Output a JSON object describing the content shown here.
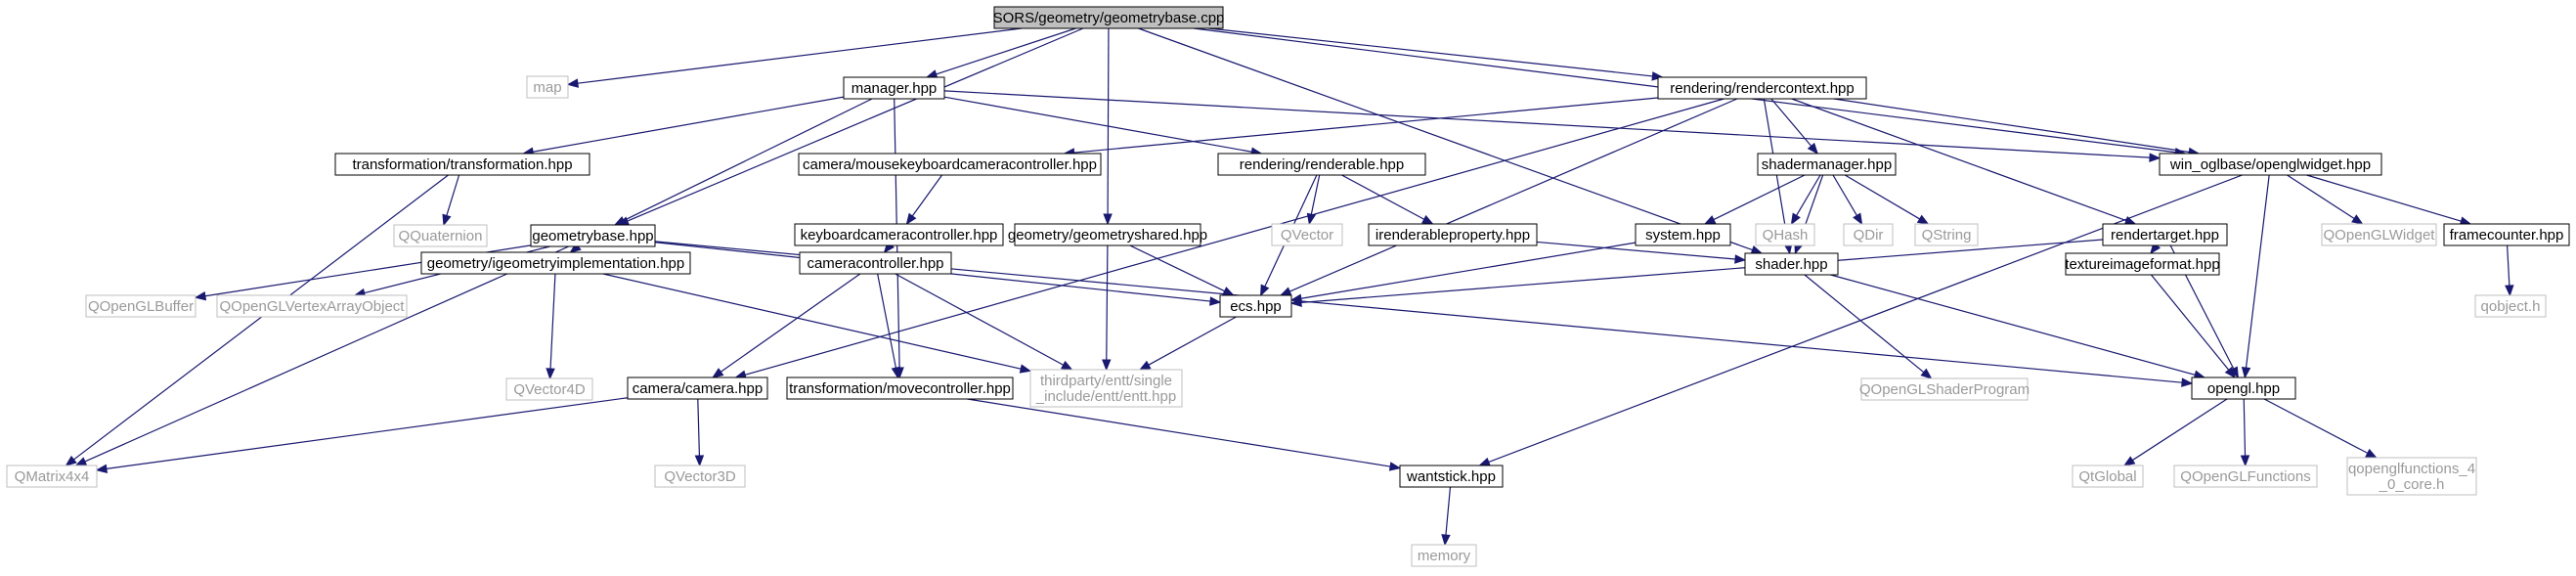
{
  "graph": {
    "colors": {
      "edge": "#191970",
      "project_border": "#000000",
      "external_border": "#bfbfbf",
      "external_text": "#9a9a9a",
      "root_fill": "#bfbfbf"
    },
    "nodes": [
      {
        "id": "root",
        "label": "SORS/geometry/geometrybase.cpp",
        "kind": "root"
      },
      {
        "id": "map",
        "label": "map",
        "kind": "ext"
      },
      {
        "id": "manager",
        "label": "manager.hpp",
        "kind": "proj"
      },
      {
        "id": "rendercontext",
        "label": "rendering/rendercontext.hpp",
        "kind": "proj"
      },
      {
        "id": "openglwidget",
        "label": "win_oglbase/openglwidget.hpp",
        "kind": "proj"
      },
      {
        "id": "transformation",
        "label": "transformation/transformation.hpp",
        "kind": "proj"
      },
      {
        "id": "mousekeyboard",
        "label": "camera/mousekeyboardcameracontroller.hpp",
        "kind": "proj"
      },
      {
        "id": "renderable",
        "label": "rendering/renderable.hpp",
        "kind": "proj"
      },
      {
        "id": "shadermanager",
        "label": "shadermanager.hpp",
        "kind": "proj"
      },
      {
        "id": "rendertarget",
        "label": "rendertarget.hpp",
        "kind": "proj"
      },
      {
        "id": "qquaternion",
        "label": "QQuaternion",
        "kind": "ext"
      },
      {
        "id": "geometrybase",
        "label": "geometrybase.hpp",
        "kind": "proj"
      },
      {
        "id": "keyboardcam",
        "label": "keyboardcameracontroller.hpp",
        "kind": "proj"
      },
      {
        "id": "geometryshared",
        "label": "geometry/geometryshared.hpp",
        "kind": "proj"
      },
      {
        "id": "qvector",
        "label": "QVector",
        "kind": "ext"
      },
      {
        "id": "irenderableprop",
        "label": "irenderableproperty.hpp",
        "kind": "proj"
      },
      {
        "id": "system",
        "label": "system.hpp",
        "kind": "proj"
      },
      {
        "id": "qhash",
        "label": "QHash",
        "kind": "ext"
      },
      {
        "id": "qdir",
        "label": "QDir",
        "kind": "ext"
      },
      {
        "id": "qstring",
        "label": "QString",
        "kind": "ext"
      },
      {
        "id": "qopenglwidget",
        "label": "QOpenGLWidget",
        "kind": "ext"
      },
      {
        "id": "framecounter",
        "label": "framecounter.hpp",
        "kind": "proj"
      },
      {
        "id": "qobjecth",
        "label": "qobject.h",
        "kind": "ext"
      },
      {
        "id": "qopenglbuffer",
        "label": "QOpenGLBuffer",
        "kind": "ext"
      },
      {
        "id": "qvao",
        "label": "QOpenGLVertexArrayObject",
        "kind": "ext"
      },
      {
        "id": "igeomimpl",
        "label": "geometry/igeometryimplementation.hpp",
        "kind": "proj"
      },
      {
        "id": "cameracontroller",
        "label": "cameracontroller.hpp",
        "kind": "proj"
      },
      {
        "id": "ecs",
        "label": "ecs.hpp",
        "kind": "proj"
      },
      {
        "id": "shader",
        "label": "shader.hpp",
        "kind": "proj"
      },
      {
        "id": "textureimageformat",
        "label": "textureimageformat.hpp",
        "kind": "proj"
      },
      {
        "id": "qvector4d",
        "label": "QVector4D",
        "kind": "ext"
      },
      {
        "id": "camera",
        "label": "camera/camera.hpp",
        "kind": "proj"
      },
      {
        "id": "movecontroller",
        "label": "transformation/movecontroller.hpp",
        "kind": "proj"
      },
      {
        "id": "entt",
        "label": "thirdparty/entt/single\n_include/entt/entt.hpp",
        "kind": "ext"
      },
      {
        "id": "qshaderprogram",
        "label": "QOpenGLShaderProgram",
        "kind": "ext"
      },
      {
        "id": "opengl",
        "label": "opengl.hpp",
        "kind": "proj"
      },
      {
        "id": "qmatrix4x4",
        "label": "QMatrix4x4",
        "kind": "ext"
      },
      {
        "id": "qvector3d",
        "label": "QVector3D",
        "kind": "ext"
      },
      {
        "id": "wantstick",
        "label": "wantstick.hpp",
        "kind": "proj"
      },
      {
        "id": "qtglobal",
        "label": "QtGlobal",
        "kind": "ext"
      },
      {
        "id": "qopenglfunctions",
        "label": "QOpenGLFunctions",
        "kind": "ext"
      },
      {
        "id": "qopenglfunctions40",
        "label": "qopenglfunctions_4\n_0_core.h",
        "kind": "ext"
      },
      {
        "id": "memory",
        "label": "memory",
        "kind": "ext"
      }
    ],
    "edges": [
      [
        "root",
        "map"
      ],
      [
        "root",
        "manager"
      ],
      [
        "root",
        "rendercontext"
      ],
      [
        "root",
        "openglwidget"
      ],
      [
        "root",
        "geometrybase"
      ],
      [
        "root",
        "geometryshared"
      ],
      [
        "root",
        "shader"
      ],
      [
        "manager",
        "transformation"
      ],
      [
        "manager",
        "geometrybase"
      ],
      [
        "manager",
        "renderable"
      ],
      [
        "manager",
        "openglwidget"
      ],
      [
        "manager",
        "movecontroller"
      ],
      [
        "rendercontext",
        "mousekeyboard"
      ],
      [
        "rendercontext",
        "shadermanager"
      ],
      [
        "rendercontext",
        "rendertarget"
      ],
      [
        "rendercontext",
        "openglwidget"
      ],
      [
        "rendercontext",
        "ecs"
      ],
      [
        "rendercontext",
        "camera"
      ],
      [
        "rendercontext",
        "shader"
      ],
      [
        "openglwidget",
        "qopenglwidget"
      ],
      [
        "openglwidget",
        "framecounter"
      ],
      [
        "openglwidget",
        "wantstick"
      ],
      [
        "openglwidget",
        "opengl"
      ],
      [
        "transformation",
        "qquaternion"
      ],
      [
        "transformation",
        "qmatrix4x4"
      ],
      [
        "mousekeyboard",
        "keyboardcam"
      ],
      [
        "renderable",
        "qvector"
      ],
      [
        "renderable",
        "irenderableprop"
      ],
      [
        "renderable",
        "ecs"
      ],
      [
        "shadermanager",
        "system"
      ],
      [
        "shadermanager",
        "qhash"
      ],
      [
        "shadermanager",
        "qdir"
      ],
      [
        "shadermanager",
        "qstring"
      ],
      [
        "shadermanager",
        "shader"
      ],
      [
        "rendertarget",
        "ecs"
      ],
      [
        "rendertarget",
        "textureimageformat"
      ],
      [
        "rendertarget",
        "opengl"
      ],
      [
        "geometrybase",
        "qopenglbuffer"
      ],
      [
        "geometrybase",
        "qvao"
      ],
      [
        "geometrybase",
        "igeomimpl"
      ],
      [
        "geometrybase",
        "ecs"
      ],
      [
        "geometrybase",
        "opengl"
      ],
      [
        "geometrybase",
        "qmatrix4x4"
      ],
      [
        "keyboardcam",
        "cameracontroller"
      ],
      [
        "geometryshared",
        "ecs"
      ],
      [
        "geometryshared",
        "entt"
      ],
      [
        "irenderableprop",
        "shader"
      ],
      [
        "system",
        "ecs"
      ],
      [
        "framecounter",
        "qobjecth"
      ],
      [
        "igeomimpl",
        "qvector4d"
      ],
      [
        "igeomimpl",
        "entt"
      ],
      [
        "cameracontroller",
        "camera"
      ],
      [
        "cameracontroller",
        "movecontroller"
      ],
      [
        "cameracontroller",
        "entt"
      ],
      [
        "ecs",
        "entt"
      ],
      [
        "shader",
        "qshaderprogram"
      ],
      [
        "shader",
        "opengl"
      ],
      [
        "textureimageformat",
        "opengl"
      ],
      [
        "camera",
        "qmatrix4x4"
      ],
      [
        "camera",
        "qvector3d"
      ],
      [
        "movecontroller",
        "wantstick"
      ],
      [
        "opengl",
        "qtglobal"
      ],
      [
        "opengl",
        "qopenglfunctions"
      ],
      [
        "opengl",
        "qopenglfunctions40"
      ],
      [
        "wantstick",
        "memory"
      ]
    ]
  }
}
